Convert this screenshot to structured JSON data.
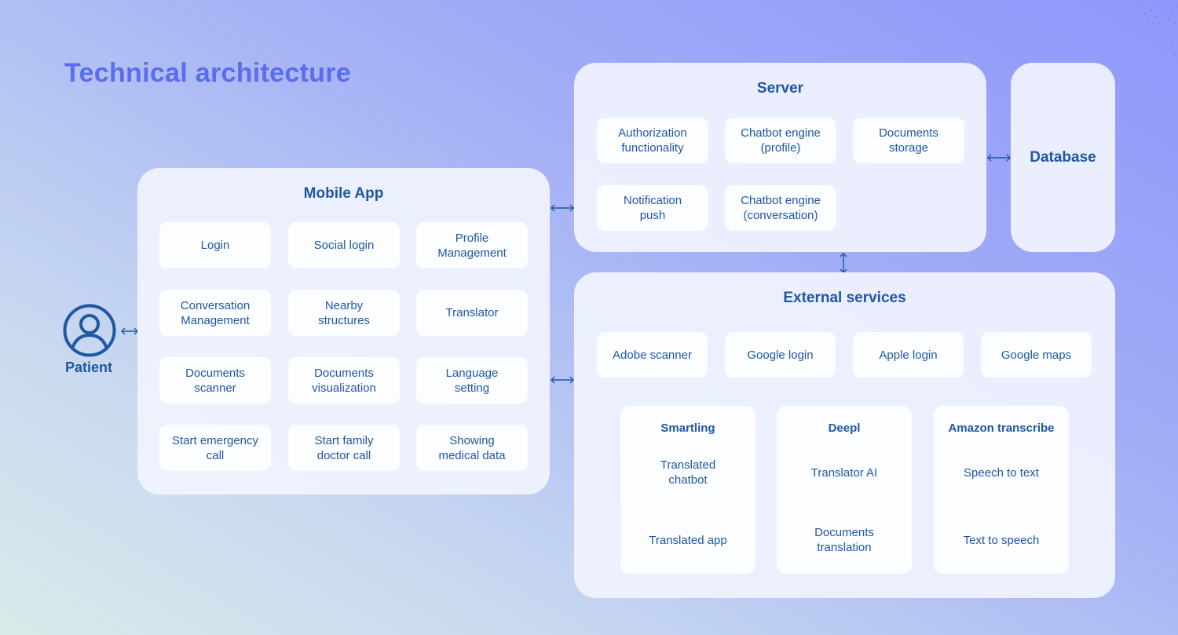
{
  "title": "Technical architecture",
  "colors": {
    "title": "#5a6cf0",
    "text": "#1f57a2",
    "panel_bg": "#f0f3fe",
    "card_bg": "#fcfdff"
  },
  "patient": {
    "label": "Patient",
    "icon": "user-circle-icon"
  },
  "mobile_app": {
    "title": "Mobile App",
    "items": [
      "Login",
      "Social login",
      "Profile\nManagement",
      "Conversation\nManagement",
      "Nearby\nstructures",
      "Translator",
      "Documents\nscanner",
      "Documents\nvisualization",
      "Language\nsetting",
      "Start emergency\ncall",
      "Start family\ndoctor call",
      "Showing\nmedical data"
    ]
  },
  "server": {
    "title": "Server",
    "items": [
      "Authorization\nfunctionality",
      "Chatbot engine\n(profile)",
      "Documents\nstorage",
      "Notification\npush",
      "Chatbot engine\n(conversation)"
    ]
  },
  "database": {
    "title": "Database"
  },
  "external_services": {
    "title": "External services",
    "items": [
      "Adobe scanner",
      "Google login",
      "Apple login",
      "Google maps"
    ],
    "providers": [
      {
        "name": "Smartling",
        "items": [
          "Translated\nchatbot",
          "Translated app"
        ]
      },
      {
        "name": "Deepl",
        "items": [
          "Translator AI",
          "Documents\ntranslation"
        ]
      },
      {
        "name": "Amazon transcribe",
        "items": [
          "Speech to text",
          "Text to speech"
        ]
      }
    ]
  },
  "connections": [
    {
      "from": "Patient",
      "to": "Mobile App",
      "type": "bidirectional"
    },
    {
      "from": "Mobile App",
      "to": "Server",
      "type": "bidirectional"
    },
    {
      "from": "Mobile App",
      "to": "External services",
      "type": "bidirectional"
    },
    {
      "from": "Server",
      "to": "Database",
      "type": "bidirectional"
    },
    {
      "from": "Server",
      "to": "External services",
      "type": "bidirectional"
    }
  ]
}
